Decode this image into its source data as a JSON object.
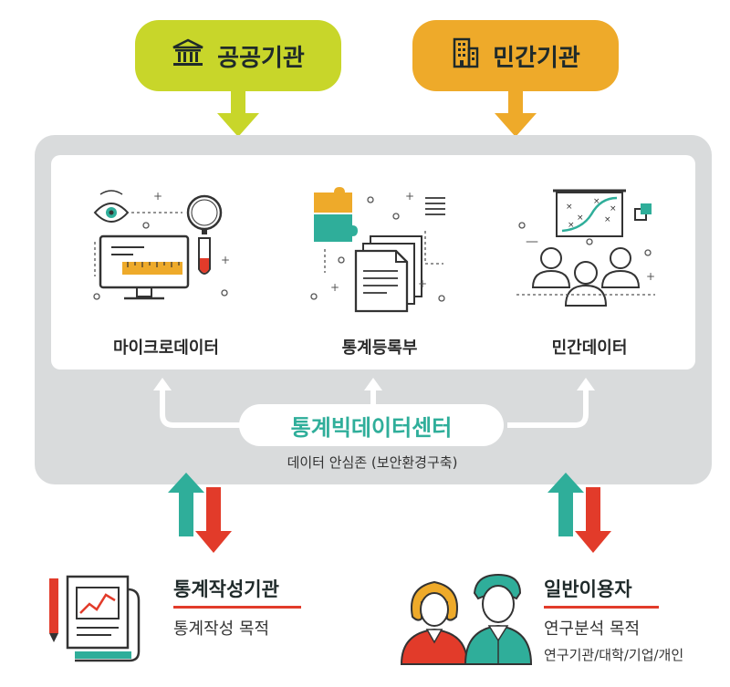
{
  "top": {
    "public_label": "공공기관",
    "private_label": "민간기관"
  },
  "sources": [
    {
      "label": "마이크로데이터"
    },
    {
      "label": "통계등록부"
    },
    {
      "label": "민간데이터"
    }
  ],
  "center": {
    "title": "통계빅데이터센터",
    "subtitle": "데이터 안심존 (보안환경구축)"
  },
  "users": {
    "agency": {
      "title": "통계작성기관",
      "purpose": "통계작성 목적"
    },
    "general": {
      "title": "일반이용자",
      "purpose": "연구분석 목적",
      "examples": "연구기관/대학/기업/개인"
    }
  },
  "colors": {
    "public": "#c8d62a",
    "private": "#eeaa2a",
    "teal": "#2fae9a",
    "red": "#e23b2a",
    "gray_panel": "#d9dbdc"
  }
}
